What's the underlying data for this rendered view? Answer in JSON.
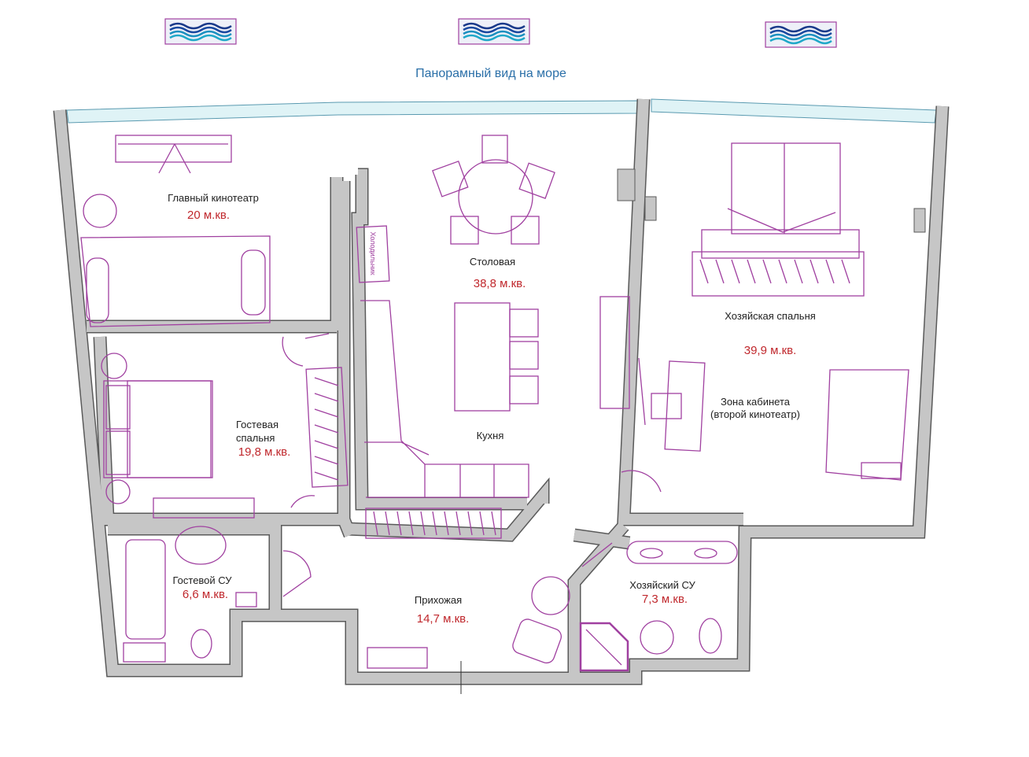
{
  "title": "Панорамный вид на море",
  "icons": [
    "sea-waves-icon",
    "sea-waves-icon",
    "sea-waves-icon"
  ],
  "colors": {
    "wall": "#c6c6c6",
    "furniture": "#a040a0",
    "area_text": "#c0282d",
    "title": "#2a6fa8",
    "window": "#dff3f6"
  },
  "rooms": [
    {
      "name": "Главный кинотеатр",
      "area": "20 м.кв."
    },
    {
      "name": "Столовая",
      "area": "38,8 м.кв."
    },
    {
      "name": "Кухня"
    },
    {
      "name": "Хозяйская спальня",
      "area": "39,9 м.кв."
    },
    {
      "name": "Зона кабинета\n(второй кинотеатр)"
    },
    {
      "name": "Гостевая\nспальня",
      "area": "19,8 м.кв."
    },
    {
      "name": "Гостевой СУ",
      "area": "6,6 м.кв."
    },
    {
      "name": "Прихожая",
      "area": "14,7 м.кв."
    },
    {
      "name": "Хозяйский СУ",
      "area": "7,3 м.кв."
    }
  ],
  "fridge_label": "Холодильник"
}
